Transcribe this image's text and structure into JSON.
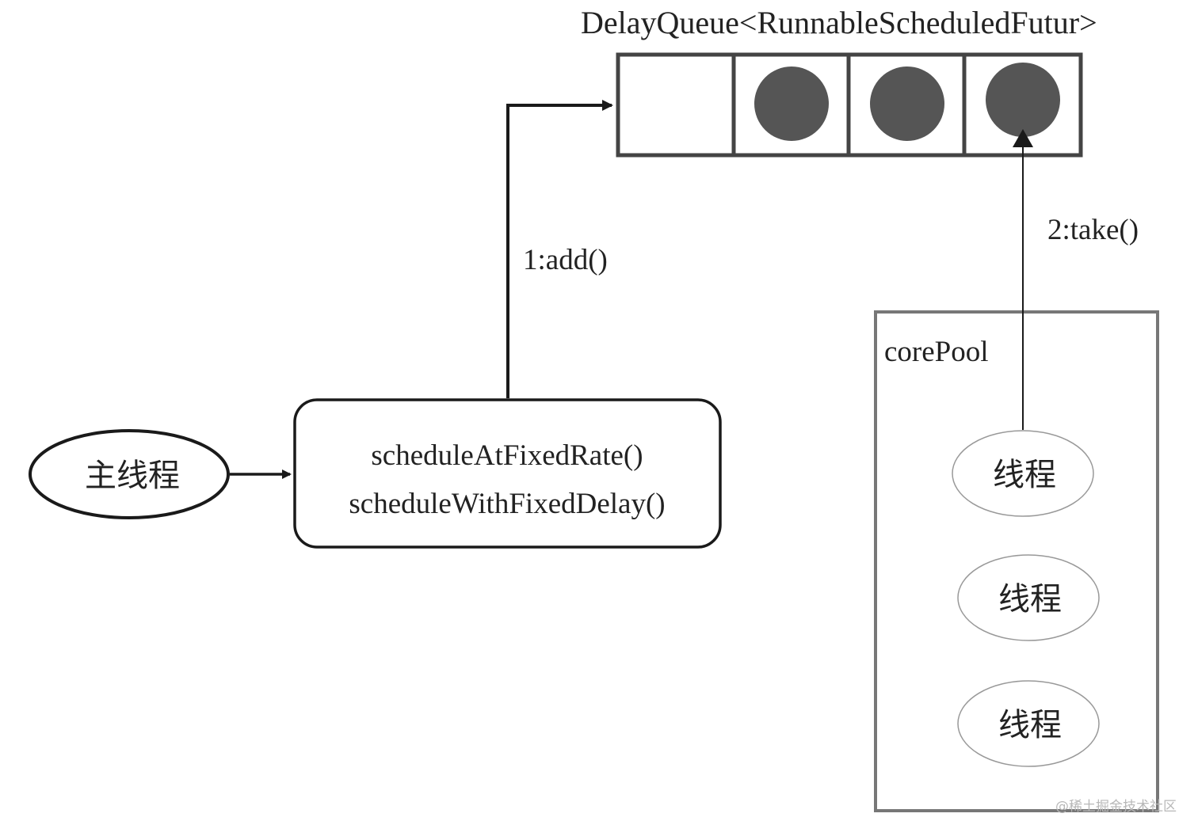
{
  "diagram": {
    "queue_title": "DelayQueue<RunnableScheduledFutur>",
    "queue_slots": [
      {
        "filled": false
      },
      {
        "filled": true
      },
      {
        "filled": true
      },
      {
        "filled": true
      }
    ],
    "main_thread_label": "主线程",
    "schedule_methods": [
      "scheduleAtFixedRate()",
      "scheduleWithFixedDelay()"
    ],
    "add_label": "1:add()",
    "take_label": "2:take()",
    "core_pool_label": "corePool",
    "pool_threads": [
      "线程",
      "线程",
      "线程"
    ],
    "watermark": "@稀土掘金技术社区"
  },
  "colors": {
    "stroke": "#1a1a1a",
    "queue_border": "#444444",
    "ball_fill": "#555555",
    "pool_border": "#777777",
    "thread_ellipse": "#999999",
    "text": "#222222"
  }
}
